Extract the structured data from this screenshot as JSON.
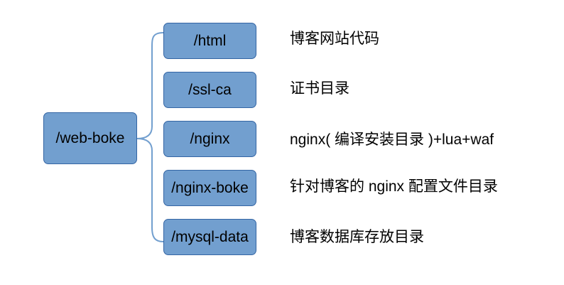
{
  "root": {
    "label": "/web-boke"
  },
  "items": [
    {
      "label": "/html",
      "description": "博客网站代码"
    },
    {
      "label": "/ssl-ca",
      "description": "证书目录"
    },
    {
      "label": "/nginx",
      "description": "nginx( 编译安装目录 )+lua+waf"
    },
    {
      "label": "/nginx-boke",
      "description": "针对博客的 nginx 配置文件目录"
    },
    {
      "label": "/mysql-data",
      "description": "博客数据库存放目录"
    }
  ],
  "colors": {
    "node_fill": "#729fcf",
    "node_border": "#3465a4",
    "connector": "#729fcf"
  }
}
